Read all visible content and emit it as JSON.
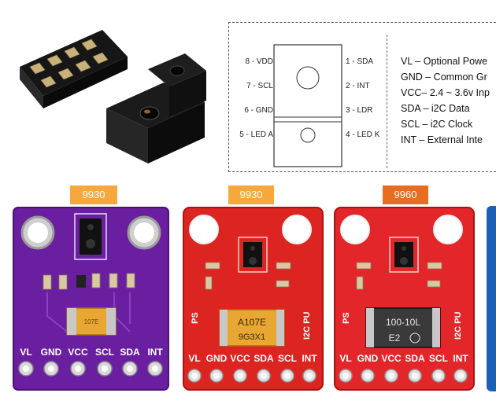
{
  "pinout": {
    "left_pins": [
      "8 - VDD",
      "7 - SCL",
      "6 - GND",
      "5 - LED A"
    ],
    "right_pins": [
      "1 - SDA",
      "2 - INT",
      "3 - LDR",
      "4 - LED K"
    ],
    "descriptions": [
      "VL – Optional Powe",
      "GND – Common Gr",
      "VCC– 2.4 ~ 3.6v Inp",
      "SDA – i2C Data",
      "SCL – i2C Clock",
      "INT – External Inte"
    ]
  },
  "boards": [
    {
      "tag": "9930",
      "tag_color": "#f7a83c",
      "board_color": "#6a1fa0",
      "chip_marking_1": "107E",
      "chip_marking_2": "",
      "side_label_1": "",
      "side_label_2": "",
      "pins": [
        "VL",
        "GND",
        "VCC",
        "SCL",
        "SDA",
        "INT"
      ]
    },
    {
      "tag": "9930",
      "tag_color": "#f7a83c",
      "board_color": "#dc2420",
      "chip_marking_1": "A107E",
      "chip_marking_2": "9G3X1",
      "side_label_1": "PS",
      "side_label_2": "I2C PU",
      "pins": [
        "VL",
        "GND",
        "VCC",
        "SDA",
        "SCL",
        "INT"
      ]
    },
    {
      "tag": "9960",
      "tag_color": "#e86d21",
      "board_color": "#e3262a",
      "chip_marking_1": "100-10L",
      "chip_marking_2": "E2",
      "side_label_1": "PS",
      "side_label_2": "I2C PU",
      "pins": [
        "VL",
        "GND",
        "VCC",
        "SDA",
        "SCL",
        "INT"
      ]
    }
  ]
}
